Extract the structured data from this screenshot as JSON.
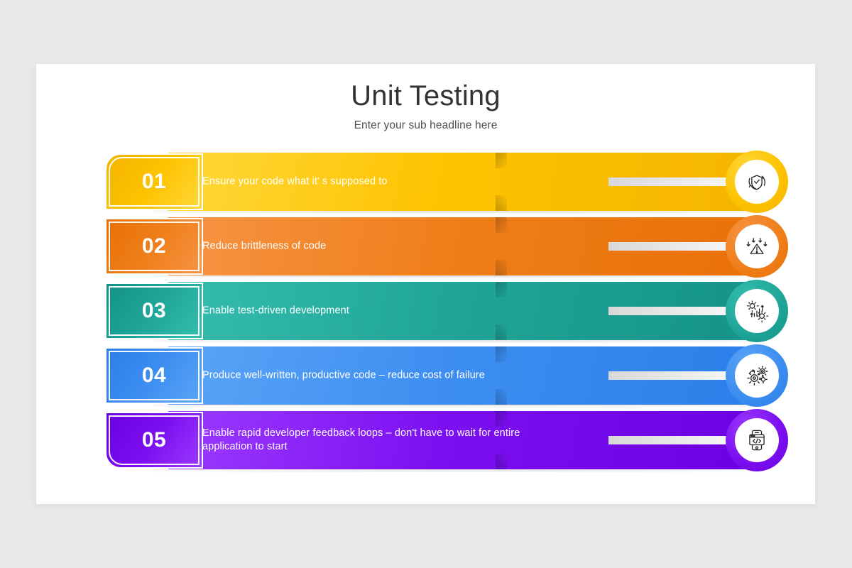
{
  "slide": {
    "title": "Unit Testing",
    "subtitle": "Enter your sub headline here",
    "background_color": "#e8e8e8",
    "canvas_color": "#ffffff"
  },
  "rows": [
    {
      "number": "01",
      "text": "Ensure your code what it' s supposed to",
      "color": "#fdc300",
      "color_dark": "#f5b400",
      "color_light": "#ffd83a",
      "icon": "shield-check-cycle-icon"
    },
    {
      "number": "02",
      "text": "Reduce brittleness of code",
      "color": "#ef7f1a",
      "color_dark": "#e96f05",
      "color_light": "#f79445",
      "icon": "warning-down-arrows-icon"
    },
    {
      "number": "03",
      "text": "Enable test-driven development",
      "color": "#1fa698",
      "color_dark": "#149287",
      "color_light": "#35bdae",
      "icon": "gears-growth-chart-icon"
    },
    {
      "number": "04",
      "text": "Produce well-written, productive code  –  reduce cost of failure",
      "color": "#3d8ef0",
      "color_dark": "#2a7ee8",
      "color_light": "#5ba5f7",
      "icon": "gears-icon"
    },
    {
      "number": "05",
      "text": "Enable rapid developer feedback loops – don't have to wait for entire application to start",
      "color": "#7b0ff0",
      "color_dark": "#6a00e0",
      "color_light": "#9c3bff",
      "icon": "mobile-code-icon"
    }
  ],
  "arrow": {
    "name": "right-arrow-icon",
    "fill_start": "#d8d8d8",
    "fill_end": "#ffffff"
  }
}
